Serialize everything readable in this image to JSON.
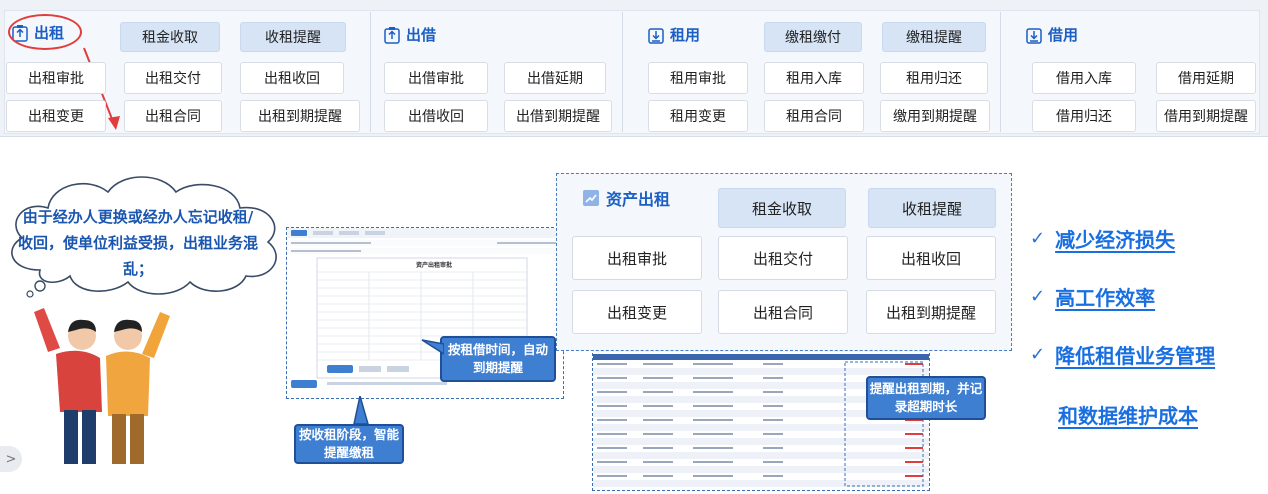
{
  "top_nav": {
    "sections": [
      {
        "title": "出租",
        "icon": "upload-tray-icon",
        "blue": [
          "租金收取",
          "收租提醒"
        ],
        "row1": [
          "出租审批",
          "出租交付",
          "出租收回"
        ],
        "row2": [
          "出租变更",
          "出租合同",
          "出租到期提醒"
        ]
      },
      {
        "title": "出借",
        "icon": "upload-tray-icon",
        "blue": [],
        "row1": [
          "出借审批",
          "出借延期"
        ],
        "row2": [
          "出借收回",
          "出借到期提醒"
        ]
      },
      {
        "title": "租用",
        "icon": "download-tray-icon",
        "blue": [
          "缴租缴付",
          "缴租提醒"
        ],
        "row1": [
          "租用审批",
          "租用入库",
          "租用归还"
        ],
        "row2": [
          "租用变更",
          "租用合同",
          "缴用到期提醒"
        ]
      },
      {
        "title": "借用",
        "icon": "download-tray-icon",
        "blue": [],
        "row1": [
          "借用入库",
          "借用延期"
        ],
        "row2": [
          "借用归还",
          "借用到期提醒"
        ]
      }
    ]
  },
  "problem": {
    "text": "由于经办人更换或经办人忘记收租/收回，使单位利益受损，出租业务混乱；"
  },
  "thumb1": {
    "form_title": "资产出租审批",
    "callout_time": "按租借时间，自动到期提醒",
    "callout_stage": "按收租阶段，智能提醒缴租"
  },
  "thumb2": {
    "callout_overdue": "提醒出租到期，并记录超期时长"
  },
  "zoom_panel": {
    "title": "资产出租",
    "blue": [
      "租金收取",
      "收租提醒"
    ],
    "row1": [
      "出租审批",
      "出租交付",
      "出租收回"
    ],
    "row2": [
      "出租变更",
      "出租合同",
      "出租到期提醒"
    ]
  },
  "benefits": {
    "check": "✓",
    "items": [
      "减少经济损失",
      "高工作效率",
      "降低租借业务管理",
      "和数据维护成本"
    ]
  },
  "colors": {
    "accent": "#1b5fc4",
    "button_blue": "#d6e4f5",
    "callout": "#3f7fd2",
    "highlight": "#e23d3d"
  }
}
